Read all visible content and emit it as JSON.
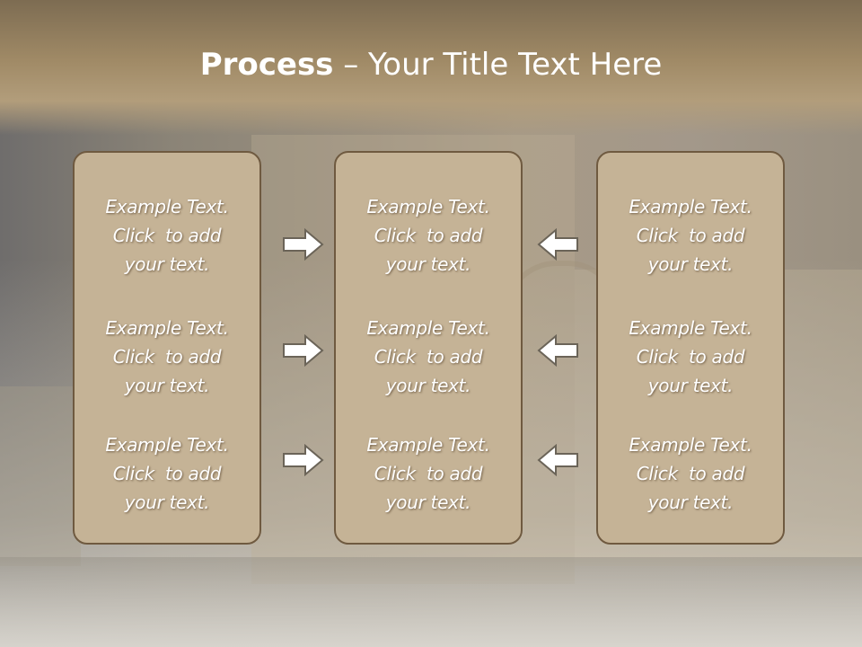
{
  "slide": {
    "title_bold": "Process",
    "title_rest": " – Your Title Text Here"
  },
  "panels": [
    {
      "items": [
        {
          "line1": "Example Text.",
          "line2": "Click  to add",
          "line3": "your text."
        },
        {
          "line1": "Example Text.",
          "line2": "Click  to add",
          "line3": "your text."
        },
        {
          "line1": "Example Text.",
          "line2": "Click  to add",
          "line3": "your text."
        }
      ]
    },
    {
      "items": [
        {
          "line1": "Example Text.",
          "line2": "Click  to add",
          "line3": "your text."
        },
        {
          "line1": "Example Text.",
          "line2": "Click  to add",
          "line3": "your text."
        },
        {
          "line1": "Example Text.",
          "line2": "Click  to add",
          "line3": "your text."
        }
      ]
    },
    {
      "items": [
        {
          "line1": "Example Text.",
          "line2": "Click  to add",
          "line3": "your text."
        },
        {
          "line1": "Example Text.",
          "line2": "Click  to add",
          "line3": "your text."
        },
        {
          "line1": "Example Text.",
          "line2": "Click  to add",
          "line3": "your text."
        }
      ]
    }
  ],
  "arrows": {
    "left_group": "arrow-right-icon",
    "right_group": "arrow-left-icon"
  },
  "colors": {
    "panel_fill": "#c5b396",
    "panel_border": "#6f5a40",
    "header": "#a08a66",
    "text": "#ffffff"
  }
}
